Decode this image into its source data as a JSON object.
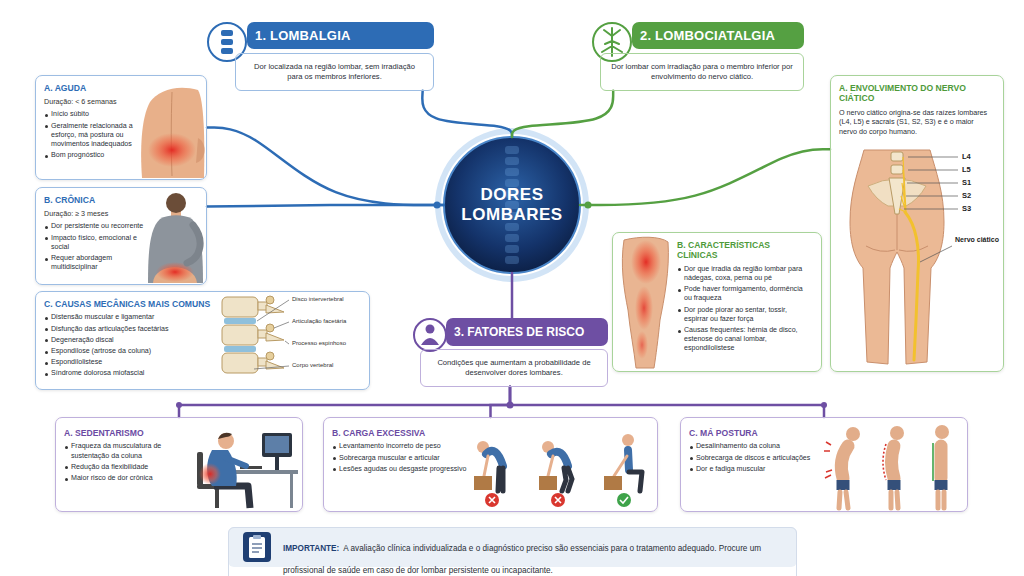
{
  "diagram": {
    "nodes": [
      {
        "text": [
          "1. LOMBALGIA",
          "Dor localizada na região lombar, sem irradiação para os membros inferiores."
        ]
      },
      {
        "text": [
          "2. LOMBOCIATALGIA",
          "Dor lombar com irradiação para o membro inferior por envolvimento do nervo ciático."
        ]
      },
      {
        "text": [
          "A. AGUDA",
          "Duração: < 6 semanas",
          "Início súbito",
          "Geralmente relacionada a esforço, má postura ou movimentos inadequados",
          "Bom prognóstico"
        ]
      },
      {
        "text": [
          "DORES LOMBARES"
        ]
      },
      {
        "text": [
          "A. ENVOLVIMENTO DO NERVO CIÁTICO",
          "O nervo ciático origina-se das raízes lombares (L4, L5) e sacrais (S1, S2, S3) e é o maior nervo do corpo humano."
        ]
      },
      {
        "text": [
          "B. CRÔNICA",
          "Duração: ≥ 3 meses",
          "Dor persistente ou recorrente",
          "Impacto físico, emocional e social",
          "Requer abordagem multidisciplinar"
        ]
      },
      {
        "text": [
          "C. CAUSAS MECÂNICAS MAIS COMUNS",
          "Distensão muscular e ligamentar",
          "Disfunção das articulações facetárias",
          "Degeneração discal",
          "Espondilose (artrose da coluna)",
          "Espondilolistese",
          "Síndrome dolorosa miofascial"
        ]
      },
      {
        "text": [
          "B. CARACTERÍSTICAS CLÍNICAS",
          "Dor que irradia da região lombar para nádegas, coxa, perna ou pé",
          "Pode haver formigamento, dormência ou fraqueza",
          "Dor pode piorar ao sentar, tossir, espirrar ou fazer força",
          "Causas frequentes: hérnia de disco, estenose do canal lombar, espondilolistese"
        ]
      },
      {
        "text": [
          "3. FATORES DE RISCO",
          "Condições que aumentam a probabilidade de desenvolver dores lombares."
        ]
      },
      {
        "text": [
          "A. SEDENTARISMO",
          "Fraqueza da musculatura de sustentação da coluna",
          "Redução da flexibilidade",
          "Maior risco de dor crônica"
        ]
      },
      {
        "text": [
          "B. CARGA EXCESSIVA",
          "Levantamento incorreto de peso",
          "Sobrecarga muscular e articular",
          "Lesões agudas ou desgaste progressivo"
        ]
      },
      {
        "text": [
          "C. MÁ POSTURA",
          "Desalinhamento da coluna",
          "Sobrecarga de discos e articulações",
          "Dor e fadiga muscular"
        ]
      },
      {
        "text": [
          "IMPORTANTE:",
          "A avaliação clínica individualizada e o diagnóstico preciso são essenciais para o tratamento adequado. Procure um profissional de saúde em caso de dor lombar persistente ou incapacitante."
        ]
      }
    ],
    "edges": [
      {
        "from": 3,
        "to": 0,
        "arrow": "none"
      },
      {
        "from": 3,
        "to": 1,
        "arrow": "none"
      },
      {
        "from": 3,
        "to": 2,
        "arrow": "none"
      },
      {
        "from": 3,
        "to": 5,
        "arrow": "none"
      },
      {
        "from": 3,
        "to": 4,
        "arrow": "none"
      },
      {
        "from": 3,
        "to": 8,
        "arrow": "none"
      },
      {
        "from": 8,
        "to": 9,
        "arrow": "none"
      },
      {
        "from": 8,
        "to": 10,
        "arrow": "none"
      },
      {
        "from": 8,
        "to": 11,
        "arrow": "none"
      }
    ],
    "labels": [
      "Disco intervertebral",
      "Articulação facetária",
      "Processo espinhoso",
      "Corpo vertebral",
      "L4",
      "L5",
      "S1",
      "S2",
      "S3",
      "Nervo ciático"
    ]
  }
}
